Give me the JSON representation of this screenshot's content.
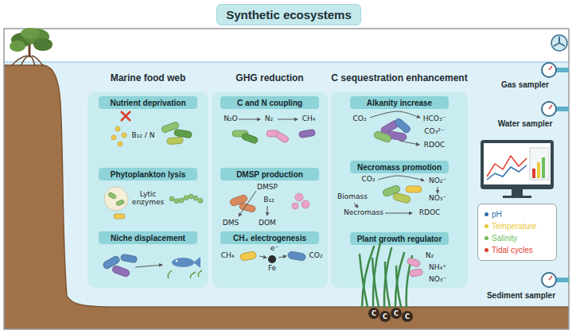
{
  "diagram": {
    "title": "Synthetic ecosystems",
    "nodes": [
      {
        "text": [
          "Marine food web"
        ]
      },
      {
        "text": [
          "Nutrient deprivation"
        ],
        "in": 0
      },
      {
        "text": [
          "Phytoplankton lysis"
        ],
        "in": 0
      },
      {
        "text": [
          "Niche displacement"
        ],
        "in": 0
      },
      {
        "text": [
          "GHG reduction"
        ]
      },
      {
        "text": [
          "C and N coupling"
        ],
        "in": 4
      },
      {
        "text": [
          "DMSP production"
        ],
        "in": 4
      },
      {
        "text": [
          "CH₄ electrogenesis"
        ],
        "in": 4
      },
      {
        "text": [
          "C sequestration enhancement"
        ]
      },
      {
        "text": [
          "Alkanity increase"
        ],
        "in": 8
      },
      {
        "text": [
          "Necromass promotion"
        ],
        "in": 8
      },
      {
        "text": [
          "Plant growth regulator"
        ],
        "in": 8
      }
    ],
    "labels": [
      "B₁₂ / N",
      "Lytic enzymes",
      "N₂O",
      "N₂",
      "CH₄",
      "DMSP",
      "B₁₂",
      "DMS",
      "DOM",
      "CH₄",
      "e⁻",
      "Fe",
      "CO₂",
      "CO₂",
      "HCO₃⁻",
      "CO₃²⁻",
      "RDOC",
      "CO₂",
      "NO₂⁻",
      "NO₃⁻",
      "Biomass",
      "Necromass",
      "RDOC",
      "N₂",
      "NH₄⁺",
      "NO₃⁻",
      "C",
      "C",
      "C",
      "C",
      "Gas sampler",
      "Water sampler",
      "Sediment sampler"
    ],
    "legend": [
      {
        "text": "pH",
        "color": "#2f6fb0"
      },
      {
        "text": "Temperature",
        "color": "#e8c93a"
      },
      {
        "text": "Salinity",
        "color": "#6dbf5a"
      },
      {
        "text": "Tidal cycles",
        "color": "#e03c31"
      }
    ]
  }
}
